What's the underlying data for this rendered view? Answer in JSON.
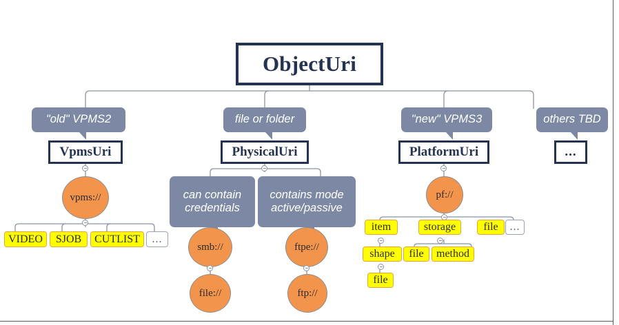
{
  "diagram": {
    "title": "ObjectUri",
    "root": {
      "label": "ObjectUri"
    },
    "branches": [
      {
        "callout": "\"old\" VPMS2",
        "class_label": "VpmsUri",
        "scheme": "vpms://",
        "leaves": [
          "VIDEO",
          "SJOB",
          "CUTLIST",
          "..."
        ]
      },
      {
        "callout": "file or folder",
        "class_label": "PhysicalUri",
        "notes": [
          "can contain credentials",
          "contains mode active/passive"
        ],
        "schemes": [
          "smb://",
          "ftpe://"
        ],
        "sub_schemes": [
          "file://",
          "ftp://"
        ]
      },
      {
        "callout": "\"new\" VPMS3",
        "class_label": "PlatformUri",
        "scheme": "pf://",
        "leaves": [
          "item",
          "storage",
          "file",
          "..."
        ],
        "item_children": [
          "shape"
        ],
        "shape_children": [
          "file"
        ],
        "storage_children": [
          "file",
          "method"
        ]
      },
      {
        "callout": "others TBD",
        "class_label": "..."
      }
    ],
    "labels": {
      "callout_old_vpms2": "\"old\" VPMS2",
      "callout_file_or_folder": "file or folder",
      "callout_new_vpms3": "\"new\" VPMS3",
      "callout_others_tbd": "others TBD",
      "callout_can_contain_credentials_l1": "can contain",
      "callout_can_contain_credentials_l2": "credentials",
      "callout_contains_mode_l1": "contains mode",
      "callout_contains_mode_l2": "active/passive",
      "class_vpmsuri": "VpmsUri",
      "class_physicaluri": "PhysicalUri",
      "class_platformuri": "PlatformUri",
      "class_others": "...",
      "scheme_vpms": "vpms://",
      "scheme_smb": "smb://",
      "scheme_file": "file://",
      "scheme_ftpe": "ftpe://",
      "scheme_ftp": "ftp://",
      "scheme_pf": "pf://",
      "leaf_video": "VIDEO",
      "leaf_sjob": "SJOB",
      "leaf_cutlist": "CUTLIST",
      "leaf_vpms_more": "...",
      "leaf_item": "item",
      "leaf_storage": "storage",
      "leaf_file_top": "file",
      "leaf_pf_more": "...",
      "leaf_shape": "shape",
      "leaf_shape_file": "file",
      "leaf_storage_file": "file",
      "leaf_storage_method": "method"
    }
  },
  "colors": {
    "navy": "#253352",
    "callout_gray": "#7d89a4",
    "orange": "#f2944b",
    "yellow": "#ffff00",
    "yellow_border": "#e8a33d",
    "wire": "#8b93a5",
    "white": "#ffffff"
  }
}
